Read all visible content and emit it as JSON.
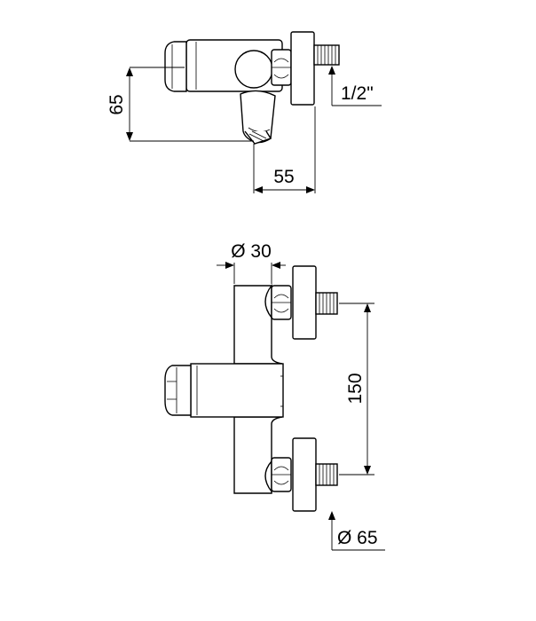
{
  "dimensions": {
    "height_top": "65",
    "thread": "1/2\"",
    "depth": "55",
    "body_diameter": "Ø 30",
    "center_distance": "150",
    "flange_diameter": "Ø 65"
  }
}
